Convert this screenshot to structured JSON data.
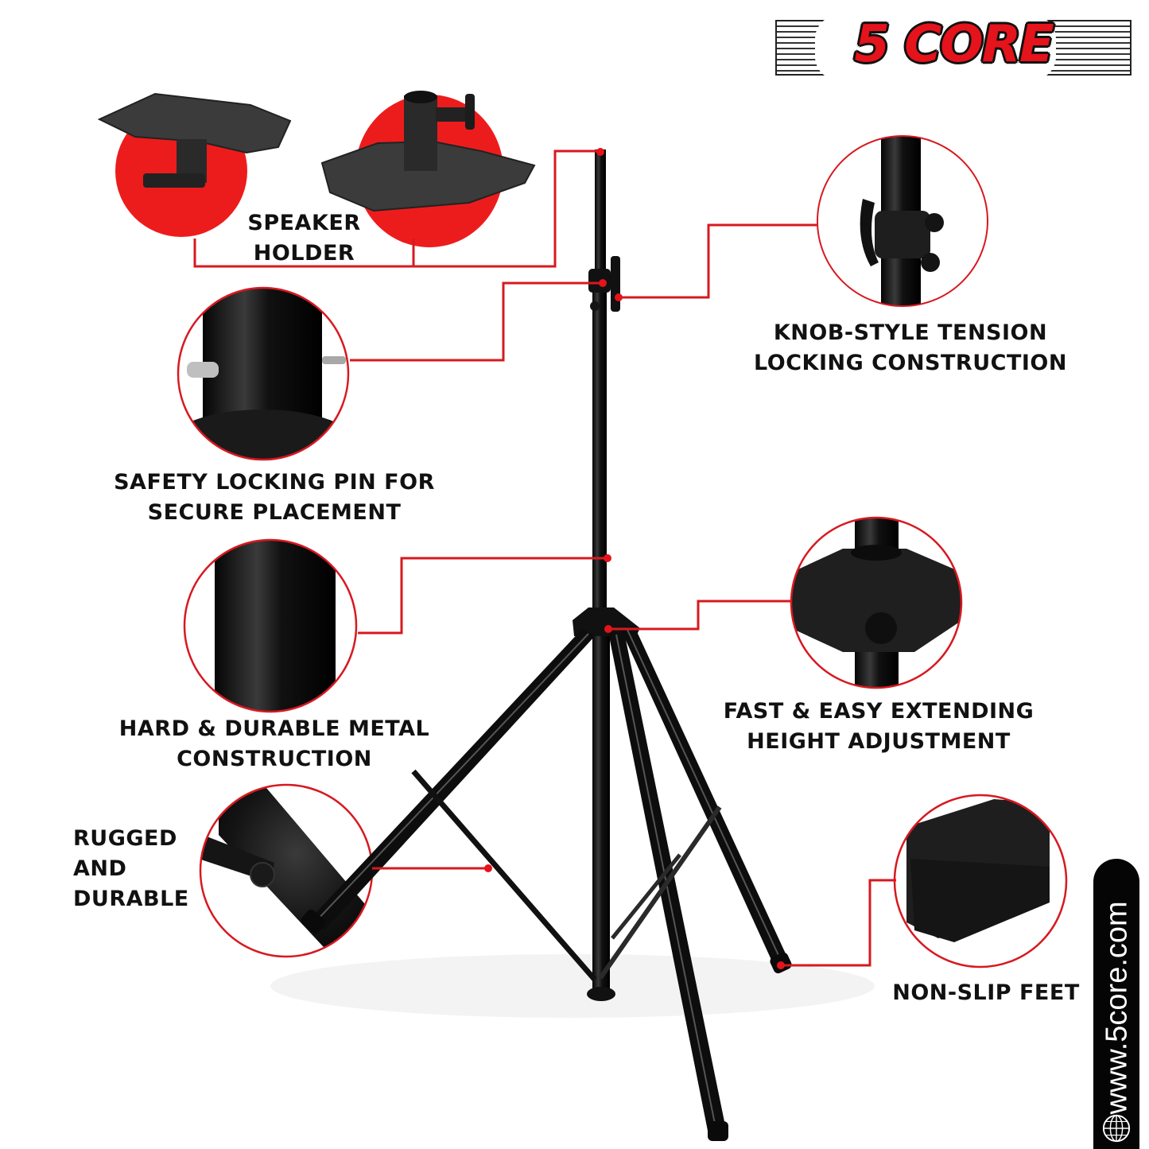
{
  "brand": {
    "logo_text": "5 CORE",
    "website": "www.5core.com",
    "accent_color": "#e5131b",
    "line_color": "#d71920"
  },
  "features": [
    {
      "id": "speaker-holder",
      "lines": [
        "SPEAKER",
        "HOLDER"
      ]
    },
    {
      "id": "knob-tension",
      "lines": [
        "KNOB-STYLE TENSION",
        "LOCKING CONSTRUCTION"
      ]
    },
    {
      "id": "safety-pin",
      "lines": [
        "SAFETY LOCKING PIN FOR",
        "SECURE PLACEMENT"
      ]
    },
    {
      "id": "metal-construction",
      "lines": [
        "HARD & DURABLE METAL",
        "CONSTRUCTION"
      ]
    },
    {
      "id": "height-adjustment",
      "lines": [
        "FAST & EASY EXTENDING",
        "HEIGHT ADJUSTMENT"
      ]
    },
    {
      "id": "rugged",
      "lines": [
        "RUGGED",
        "AND",
        "DURABLE"
      ]
    },
    {
      "id": "non-slip-feet",
      "lines": [
        "NON-SLIP FEET"
      ]
    }
  ],
  "icons": {
    "globe": "www-globe-icon"
  }
}
